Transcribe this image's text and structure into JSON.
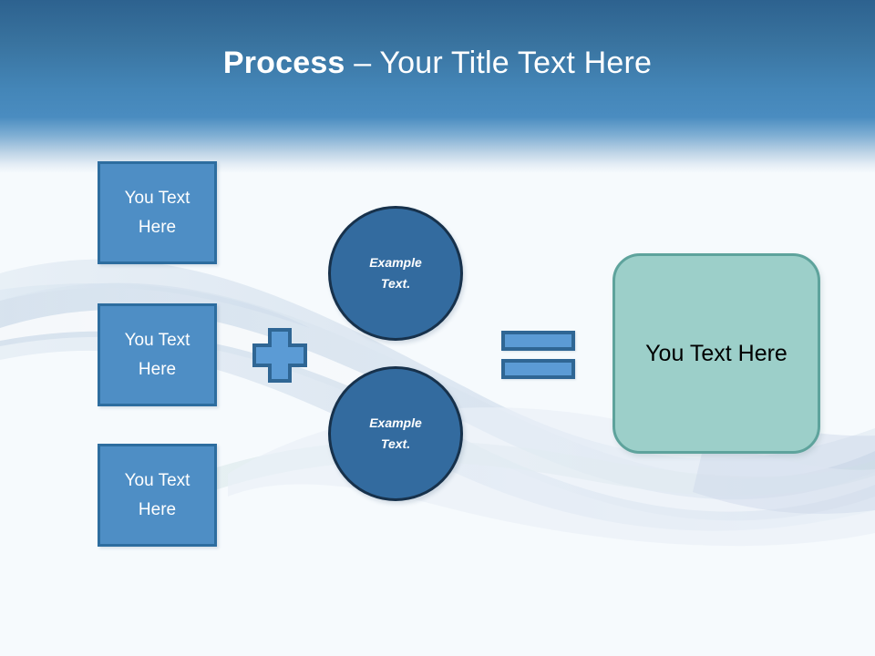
{
  "slide": {
    "background_color": "#f6fafd",
    "header": {
      "gradient_top_color": "#2d628f",
      "gradient_mid_color": "#4a8cc0",
      "title_strong": "Process",
      "title_separator": " – ",
      "title_rest": "Your Title Text Here",
      "title_color": "#ffffff"
    },
    "input_boxes": {
      "fill_color": "#4e8ec5",
      "border_color": "#2d6d9f",
      "items": [
        {
          "line1": "You Text",
          "line2": "Here"
        },
        {
          "line1": "You Text",
          "line2": "Here"
        },
        {
          "line1": "You Text",
          "line2": "Here"
        }
      ]
    },
    "plus_operator": {
      "label": "plus",
      "fill_color": "#5b9bd5",
      "border_color": "#2f6694"
    },
    "circles": {
      "fill_color": "#336b9f",
      "border_color": "#17314b",
      "items": [
        {
          "line1": "Example",
          "line2": "Text."
        },
        {
          "line1": "Example",
          "line2": "Text."
        }
      ]
    },
    "equals_operator": {
      "label": "equals",
      "fill_color": "#5b9bd5",
      "border_color": "#2f6694"
    },
    "result_box": {
      "text": "You Text Here",
      "fill_color": "#9ccfc9",
      "border_color": "#5ea39c",
      "text_color": "#000000"
    }
  }
}
